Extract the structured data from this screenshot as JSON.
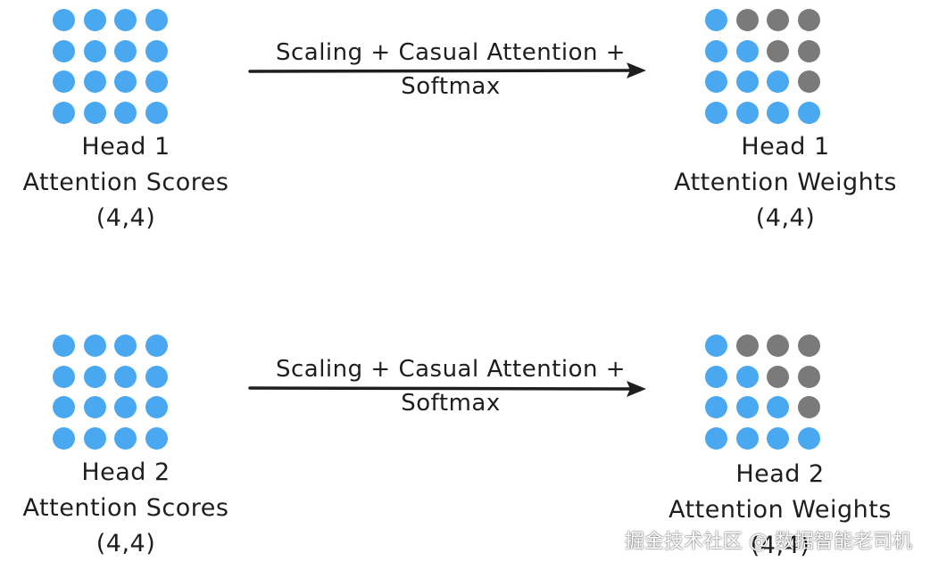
{
  "colors": {
    "active": "#4aa8f0",
    "masked": "#7a7a7a",
    "text": "#1e1e1e",
    "arrow": "#1e1e1e"
  },
  "rows": [
    {
      "scores": {
        "line1": "Head 1",
        "line2": "Attention Scores",
        "line3": "(4,4)"
      },
      "arrow_label": {
        "line1": "Scaling + Casual Attention +",
        "line2": "Softmax"
      },
      "weights": {
        "line1": "Head 1",
        "line2": "Attention Weights",
        "line3": "(4,4)"
      }
    },
    {
      "scores": {
        "line1": "Head 2",
        "line2": "Attention Scores",
        "line3": "(4,4)"
      },
      "arrow_label": {
        "line1": "Scaling + Casual Attention +",
        "line2": "Softmax"
      },
      "weights": {
        "line1": "Head 2",
        "line2": "Attention Weights",
        "line3": "(4,4)"
      }
    }
  ],
  "matrices": {
    "scores": [
      [
        "active",
        "active",
        "active",
        "active"
      ],
      [
        "active",
        "active",
        "active",
        "active"
      ],
      [
        "active",
        "active",
        "active",
        "active"
      ],
      [
        "active",
        "active",
        "active",
        "active"
      ]
    ],
    "weights": [
      [
        "active",
        "masked",
        "masked",
        "masked"
      ],
      [
        "active",
        "active",
        "masked",
        "masked"
      ],
      [
        "active",
        "active",
        "active",
        "masked"
      ],
      [
        "active",
        "active",
        "active",
        "active"
      ]
    ]
  },
  "watermark": "掘金技术社区 @ 数据智能老司机"
}
